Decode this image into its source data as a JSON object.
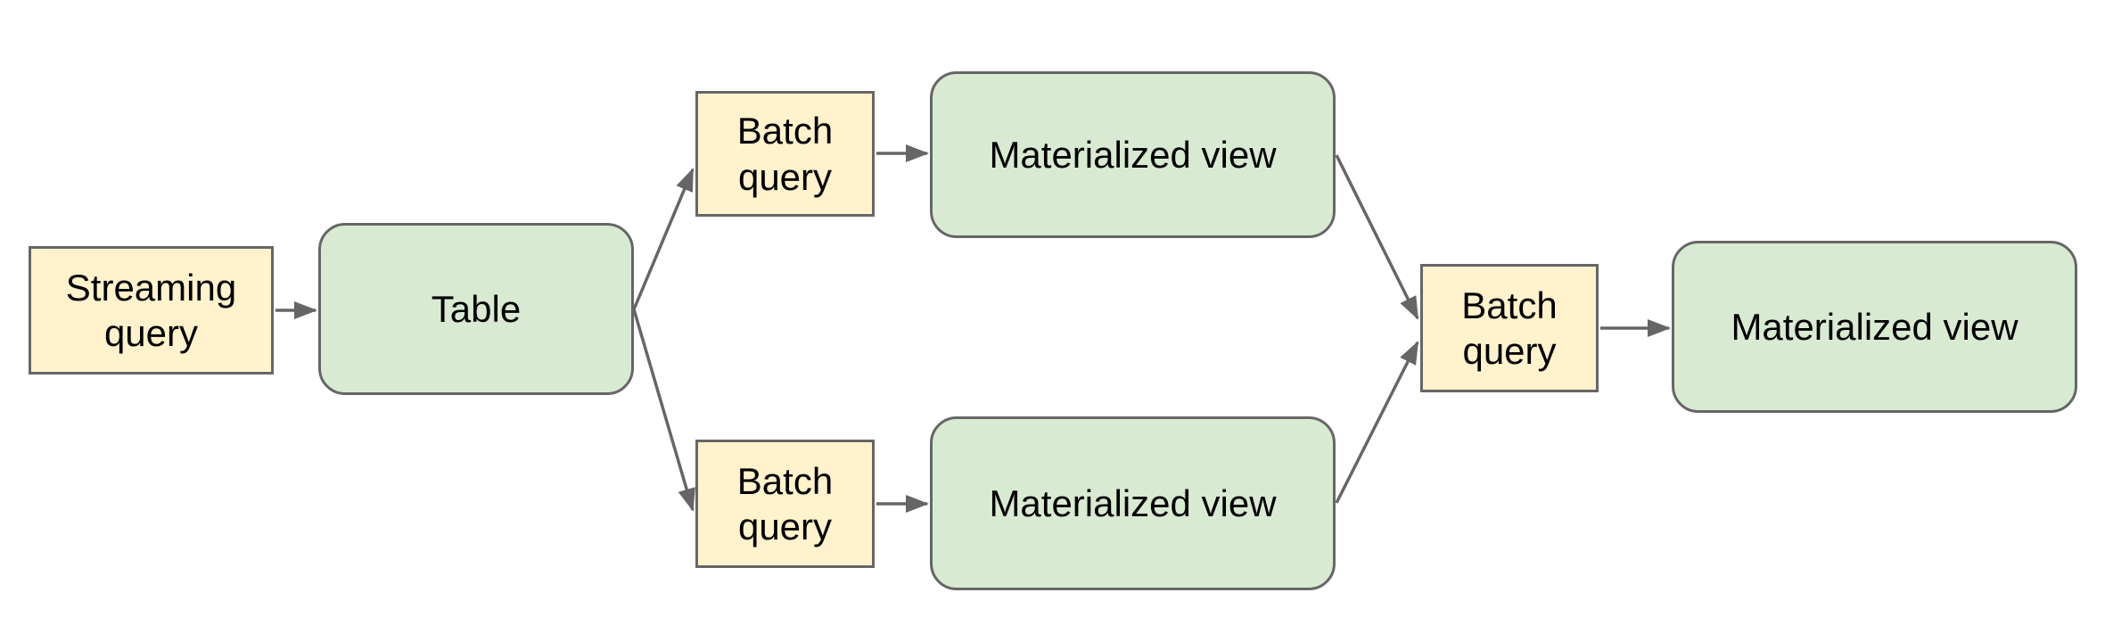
{
  "diagram": {
    "nodes": {
      "streaming_query": {
        "label": "Streaming\nquery",
        "type": "query"
      },
      "table": {
        "label": "Table",
        "type": "view"
      },
      "batch_query_top": {
        "label": "Batch\nquery",
        "type": "query"
      },
      "materialized_view_top": {
        "label": "Materialized view",
        "type": "view"
      },
      "batch_query_bottom": {
        "label": "Batch\nquery",
        "type": "query"
      },
      "materialized_view_bottom": {
        "label": "Materialized view",
        "type": "view"
      },
      "batch_query_final": {
        "label": "Batch\nquery",
        "type": "query"
      },
      "materialized_view_final": {
        "label": "Materialized view",
        "type": "view"
      }
    },
    "edges": [
      {
        "from": "streaming_query",
        "to": "table"
      },
      {
        "from": "table",
        "to": "batch_query_top"
      },
      {
        "from": "table",
        "to": "batch_query_bottom"
      },
      {
        "from": "batch_query_top",
        "to": "materialized_view_top"
      },
      {
        "from": "batch_query_bottom",
        "to": "materialized_view_bottom"
      },
      {
        "from": "materialized_view_top",
        "to": "batch_query_final"
      },
      {
        "from": "materialized_view_bottom",
        "to": "batch_query_final"
      },
      {
        "from": "batch_query_final",
        "to": "materialized_view_final"
      }
    ],
    "colors": {
      "query_fill": "#fff2cc",
      "view_fill": "#d9ead3",
      "border": "#666666",
      "arrow": "#666666",
      "text": "#000000",
      "background": "#ffffff"
    }
  }
}
